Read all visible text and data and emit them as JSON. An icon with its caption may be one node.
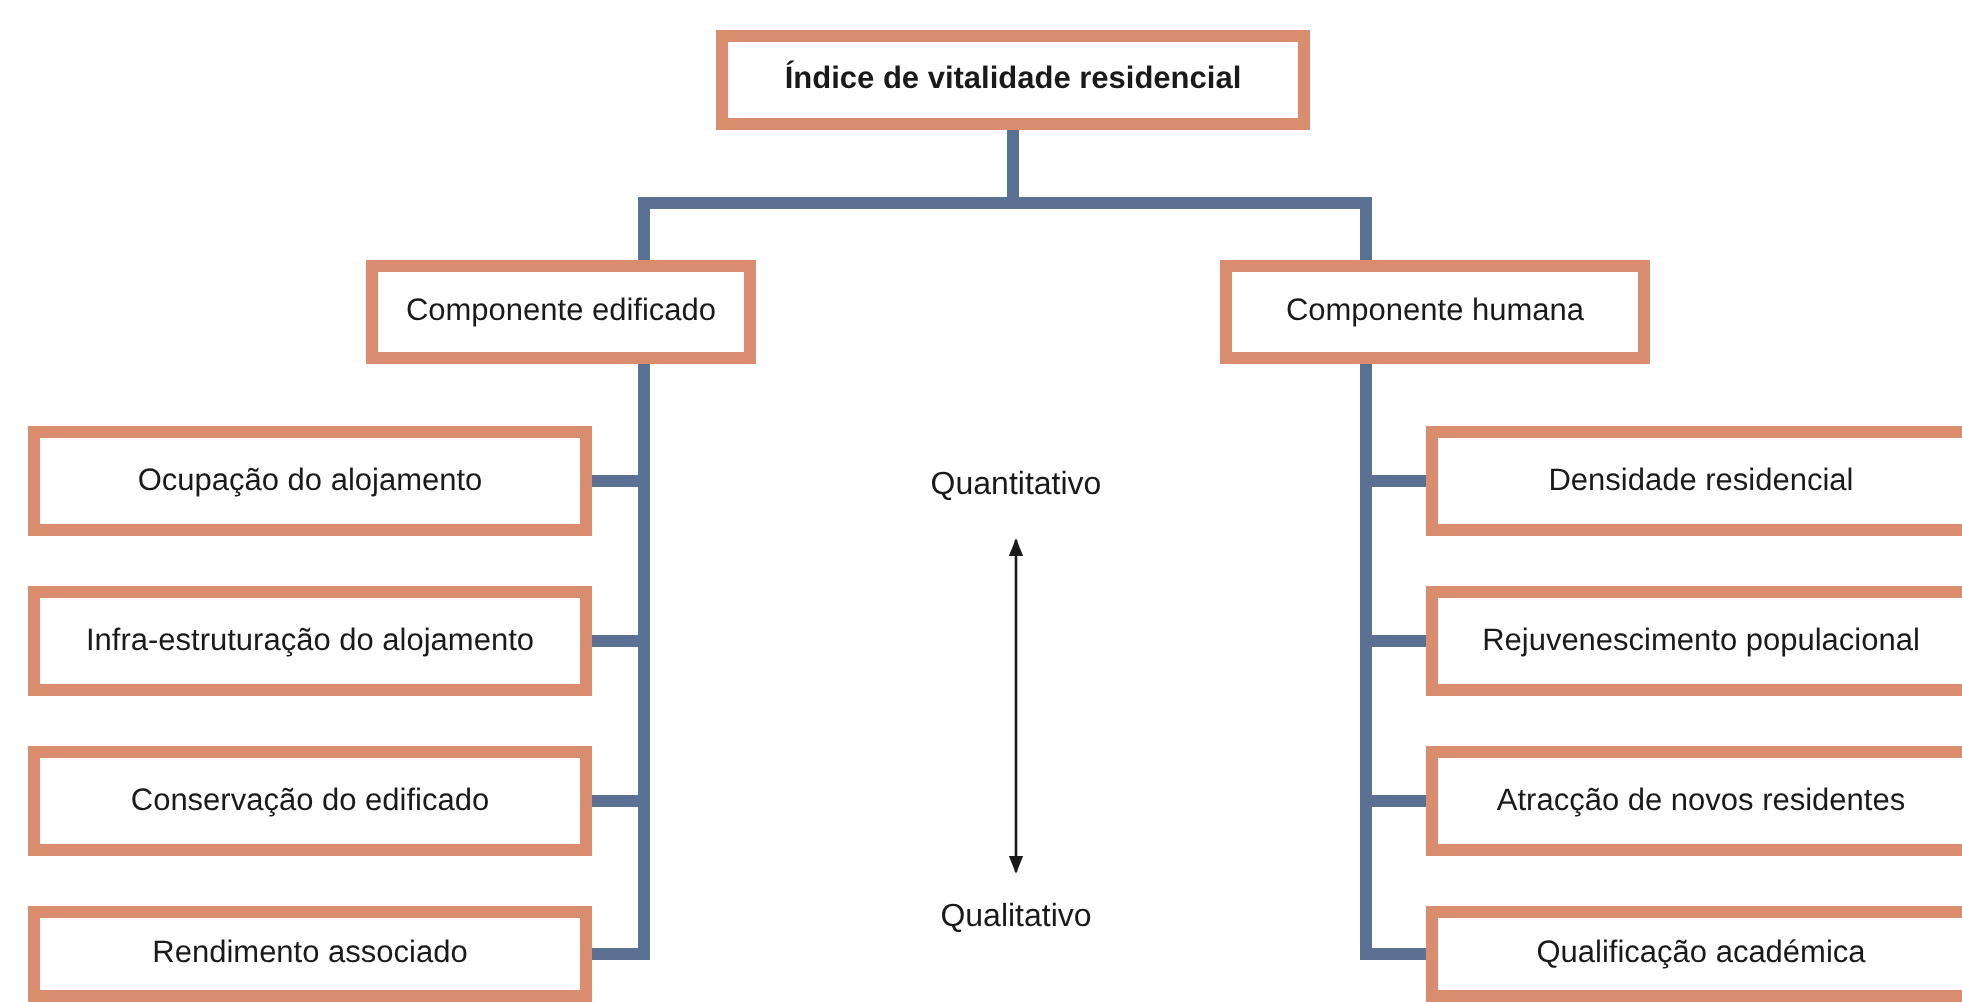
{
  "diagram": {
    "nodes": [
      {
        "text": [
          "Índice de vitalidade residencial"
        ]
      },
      {
        "text": [
          "Componente edificado"
        ]
      },
      {
        "text": [
          "Componente humana"
        ]
      },
      {
        "text": [
          "Ocupação do alojamento"
        ]
      },
      {
        "text": [
          "Infra-estruturação do alojamento"
        ]
      },
      {
        "text": [
          "Conservação do edificado"
        ]
      },
      {
        "text": [
          "Rendimento associado"
        ]
      },
      {
        "text": [
          "Densidade residencial"
        ]
      },
      {
        "text": [
          "Rejuvenescimento populacional"
        ]
      },
      {
        "text": [
          "Atracção de novos residentes"
        ]
      },
      {
        "text": [
          "Qualificação académica"
        ]
      }
    ],
    "edges": [
      {
        "from": 0,
        "to": 1,
        "arrow": "none"
      },
      {
        "from": 0,
        "to": 2,
        "arrow": "none"
      },
      {
        "from": 1,
        "to": 3,
        "arrow": "none"
      },
      {
        "from": 1,
        "to": 4,
        "arrow": "none"
      },
      {
        "from": 1,
        "to": 5,
        "arrow": "none"
      },
      {
        "from": 1,
        "to": 6,
        "arrow": "none"
      },
      {
        "from": 2,
        "to": 7,
        "arrow": "none"
      },
      {
        "from": 2,
        "to": 8,
        "arrow": "none"
      },
      {
        "from": 2,
        "to": 9,
        "arrow": "none"
      },
      {
        "from": 2,
        "to": 10,
        "arrow": "none"
      }
    ],
    "labels": [
      "Quantitativo",
      "Qualitativo"
    ]
  }
}
